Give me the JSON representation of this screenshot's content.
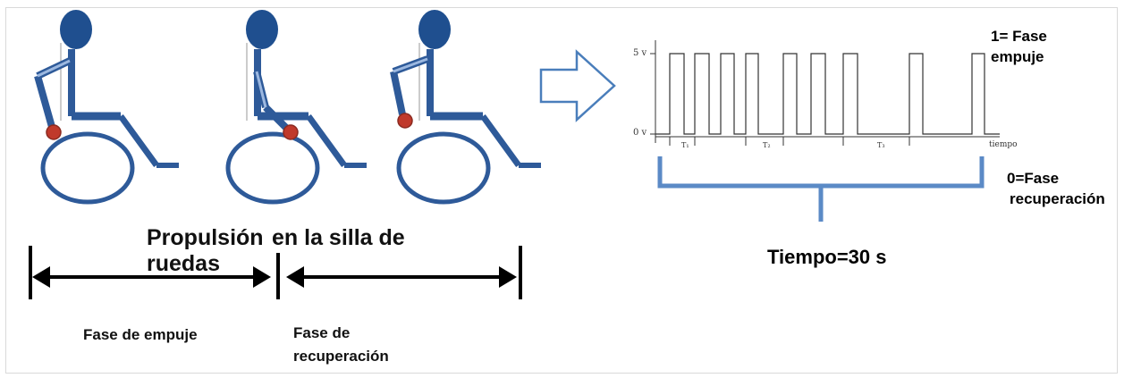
{
  "diagram": {
    "title_part1": "Propulsión",
    "title_part2": "en la silla de",
    "title_part3": "ruedas",
    "push_phase_label": "Fase de empuje",
    "recovery_phase_label_line1": "Fase de",
    "recovery_phase_label_line2": "recuperación",
    "legend_one_line1": "1= Fase",
    "legend_one_line2": "empuje",
    "legend_zero_line1": "0=Fase",
    "legend_zero_line2": "recuperación",
    "total_time_label": "Tiempo=30 s",
    "signal_chart": {
      "y_high_label": "5 v",
      "y_low_label": "0 v",
      "x_axis_label": "tiempo",
      "segments": [
        "T₁",
        "T₂",
        "T₃"
      ]
    },
    "colors": {
      "figure_blue": "#2e5a99",
      "figure_stroke": "#1f3f73",
      "contact_red": "#c0392b",
      "arrow_outline": "#4a7ebb",
      "brace_blue": "#5b8ac6"
    },
    "icons": [
      "wheelchair-figure-icon",
      "right-arrow-outline-icon"
    ]
  }
}
